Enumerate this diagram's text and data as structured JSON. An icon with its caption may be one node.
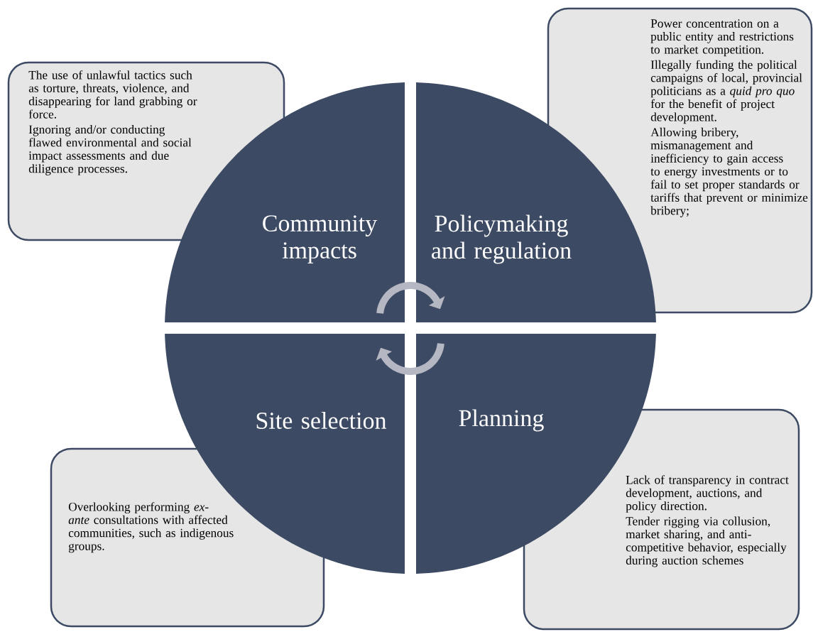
{
  "diagram": {
    "nodes": [
      {
        "text": [
          "The use of unlawful tactics such as torture, threats, violence, and disappearing for land grabbing or force.",
          "Ignoring and/or conducting flawed environmental and social impact assessments and due diligence processes."
        ]
      },
      {
        "text": [
          "Power concentration on a public entity and restrictions to market competition.",
          "Illegally funding the political campaigns of local, provincial politicians as a *quid pro quo* for the benefit of project development.",
          "Allowing bribery, mismanagement and inefficiency to gain access to energy investments or to fail to set proper standards or tariffs that prevent or minimize bribery;"
        ]
      },
      {
        "text": [
          "Community impacts"
        ]
      },
      {
        "text": [
          "Policymaking and regulation"
        ]
      },
      {
        "text": [
          "Site selection"
        ]
      },
      {
        "text": [
          "Planning"
        ]
      },
      {
        "text": [
          "Overlooking performing *ex-ante* consultations with affected communities, such as indigenous groups."
        ]
      },
      {
        "text": [
          "Lack of transparency in contract development, auctions, and policy direction.",
          "Tender rigging via collusion, market sharing, and anti-competitive behavior, especially during auction schemes"
        ]
      }
    ],
    "edges": [
      {
        "from": 2,
        "to": 3,
        "arrow": "to"
      },
      {
        "from": 5,
        "to": 4,
        "arrow": "to"
      }
    ]
  }
}
